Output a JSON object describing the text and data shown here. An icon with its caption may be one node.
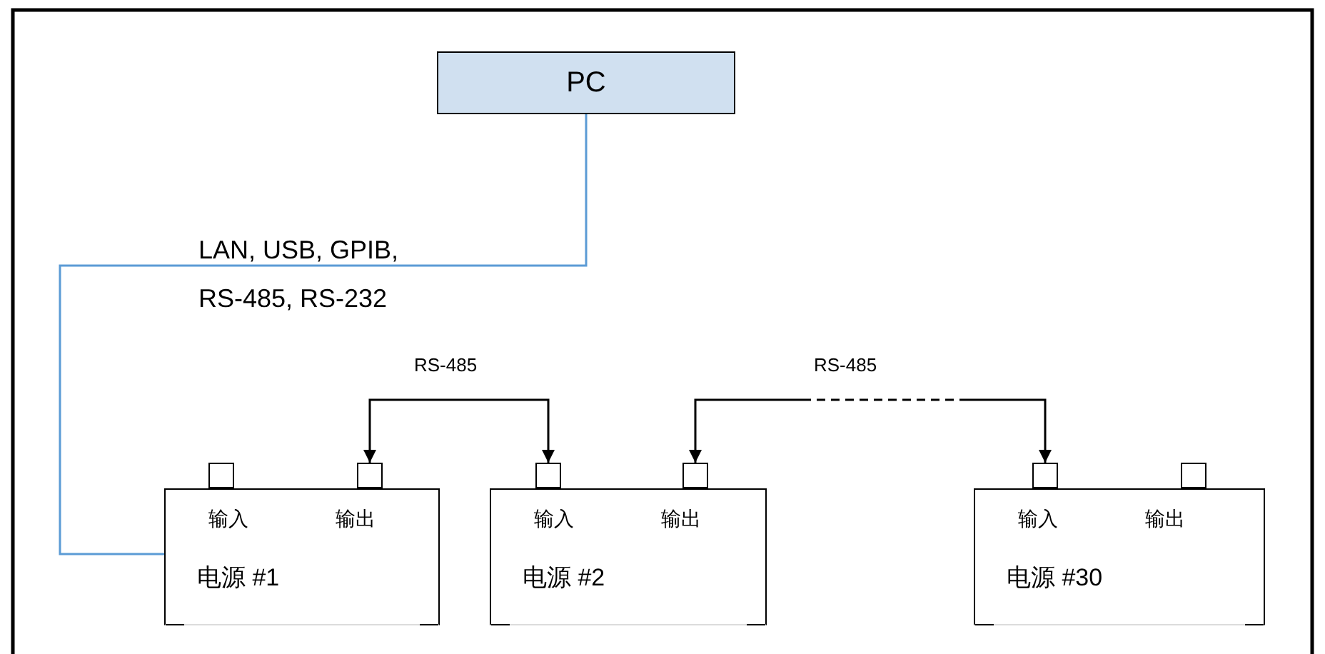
{
  "diagram": {
    "nodes": [
      {
        "text": [
          "PC"
        ]
      },
      {
        "text": [],
        "shape": "box"
      },
      {
        "text": [],
        "shape": "box"
      },
      {
        "text": [],
        "shape": "box"
      },
      {
        "text": [],
        "shape": "box"
      },
      {
        "text": [],
        "shape": "box"
      },
      {
        "text": [],
        "shape": "box"
      },
      {
        "text": [
          "输入",
          "输出",
          "电源 #1"
        ]
      },
      {
        "text": [
          "输入",
          "输出",
          "电源 #2"
        ]
      },
      {
        "text": [
          "输入",
          "输出",
          "电源 #30"
        ]
      }
    ],
    "edges": [
      {
        "from": 0,
        "to": 7,
        "arrow": "none",
        "label": "LAN, USB, GPIB, RS-485, RS-232",
        "color": "#5b9bd5"
      },
      {
        "from": 2,
        "to": 3,
        "arrow": "both",
        "label": "RS-485"
      },
      {
        "from": 4,
        "to": 5,
        "arrow": "both",
        "label": "RS-485",
        "style": "dashed"
      }
    ]
  }
}
